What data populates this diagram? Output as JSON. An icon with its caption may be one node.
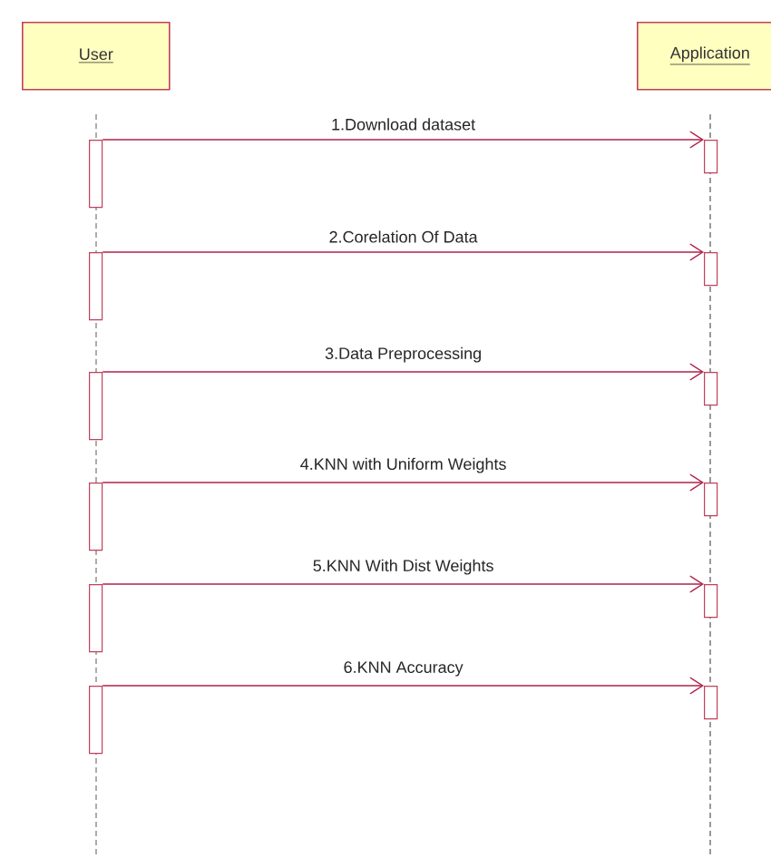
{
  "diagram": {
    "nodes": [
      {
        "text": [
          "User"
        ]
      },
      {
        "text": [
          "Application"
        ]
      },
      {
        "text": [],
        "shape": "bar"
      },
      {
        "text": [],
        "shape": "bar"
      },
      {
        "text": [],
        "shape": "bar"
      },
      {
        "text": [],
        "shape": "bar"
      },
      {
        "text": [],
        "shape": "bar"
      },
      {
        "text": [],
        "shape": "bar"
      },
      {
        "text": [],
        "shape": "bar"
      },
      {
        "text": [],
        "shape": "bar"
      },
      {
        "text": [],
        "shape": "bar"
      },
      {
        "text": [],
        "shape": "bar"
      },
      {
        "text": [],
        "shape": "bar"
      },
      {
        "text": [],
        "shape": "bar"
      }
    ],
    "edges": [
      {
        "from": 2,
        "to": 3,
        "arrow": "to",
        "label": "1.Download dataset"
      },
      {
        "from": 4,
        "to": 5,
        "arrow": "to",
        "label": "2.Corelation Of Data"
      },
      {
        "from": 6,
        "to": 7,
        "arrow": "to",
        "label": "3.Data Preprocessing"
      },
      {
        "from": 8,
        "to": 9,
        "arrow": "to",
        "label": "4.KNN with Uniform Weights"
      },
      {
        "from": 10,
        "to": 11,
        "arrow": "to",
        "label": "5.KNN With Dist Weights"
      },
      {
        "from": 12,
        "to": 13,
        "arrow": "to",
        "label": "6.KNN Accuracy"
      }
    ]
  }
}
